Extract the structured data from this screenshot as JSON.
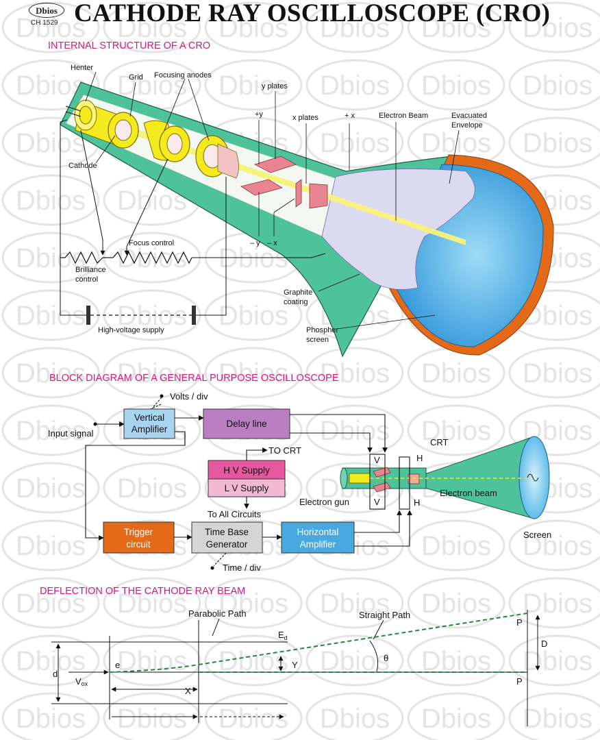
{
  "header": {
    "logo": "Dbios",
    "code": "CH 1529",
    "title": "CATHODE RAY OSCILLOSCOPE (CRO)"
  },
  "watermark": "Dbios",
  "colors": {
    "section_heading": "#d6187a",
    "gun_yellow": "#f5ea1e",
    "tube_green": "#4ec29a",
    "screen_blue": "#3fa9e6",
    "orange_rim": "#e46a1a",
    "vertical_block": "#a9d4f0",
    "delay_block": "#b97fc0",
    "hv_block": "#e5579f",
    "lv_block": "#f3b9d2",
    "trigger_block": "#e46a1a",
    "timebase_block": "#d5d5d5",
    "horizontal_block": "#4aa8e0",
    "dashed_path": "#1e8a3a"
  },
  "section1": {
    "heading": "INTERNAL STRUCTURE OF A CRO",
    "labels": {
      "heater": "Henter",
      "grid": "Grid",
      "focusing_anodes": "Focusing anodes",
      "y_plates": "y plates",
      "plus_y": "+y",
      "x_plates": "x plates",
      "plus_x": "+ x",
      "electron_beam": "Electron Beam",
      "envelope_1": "Evacuated",
      "envelope_2": "Envelope",
      "cathode": "Cathode",
      "minus_y": "– y",
      "minus_x": "– x",
      "focus_control": "Focus control",
      "brilliance_1": "Brilliance",
      "brilliance_2": "control",
      "graphite_1": "Graphite",
      "graphite_2": "coating",
      "hv_supply": "High-voltage supply",
      "phosphor_1": "Phospher",
      "phosphor_2": "screen"
    }
  },
  "section2": {
    "heading": "BLOCK DIAGRAM OF A GENERAL PURPOSE OSCILLOSCOPE",
    "labels": {
      "volts_div": "Volts / div",
      "input_signal": "Input signal",
      "vertical_1": "Vertical",
      "vertical_2": "Amplifier",
      "delay_line": "Delay line",
      "to_crt": "TO CRT",
      "crt": "CRT",
      "hv_supply": "H V Supply",
      "lv_supply": "L V Supply",
      "to_all": "To All Circuits",
      "v_top": "V",
      "v_bottom": "V",
      "h_top": "H",
      "h_bottom": "H",
      "electron_gun": "Electron gun",
      "electron_beam": "Electron beam",
      "screen": "Screen",
      "trigger_1": "Trigger",
      "trigger_2": "circuit",
      "timebase_1": "Time Base",
      "timebase_2": "Generator",
      "horizontal_1": "Horizontal",
      "horizontal_2": "Amplifier",
      "time_div": "Time / div"
    }
  },
  "section3": {
    "heading": "DEFLECTION OF THE CATHODE RAY BEAM",
    "labels": {
      "parabolic_path": "Parabolic Path",
      "straight_path": "Straight Path",
      "e_d": "E",
      "e_d_sub": "d",
      "p_top": "P",
      "p_bottom": "P",
      "d_big": "D",
      "e": "e",
      "y": "Y",
      "theta": "θ",
      "d_small": "d",
      "v_ox": "V",
      "v_ox_sub": "ox",
      "x": "X"
    }
  }
}
